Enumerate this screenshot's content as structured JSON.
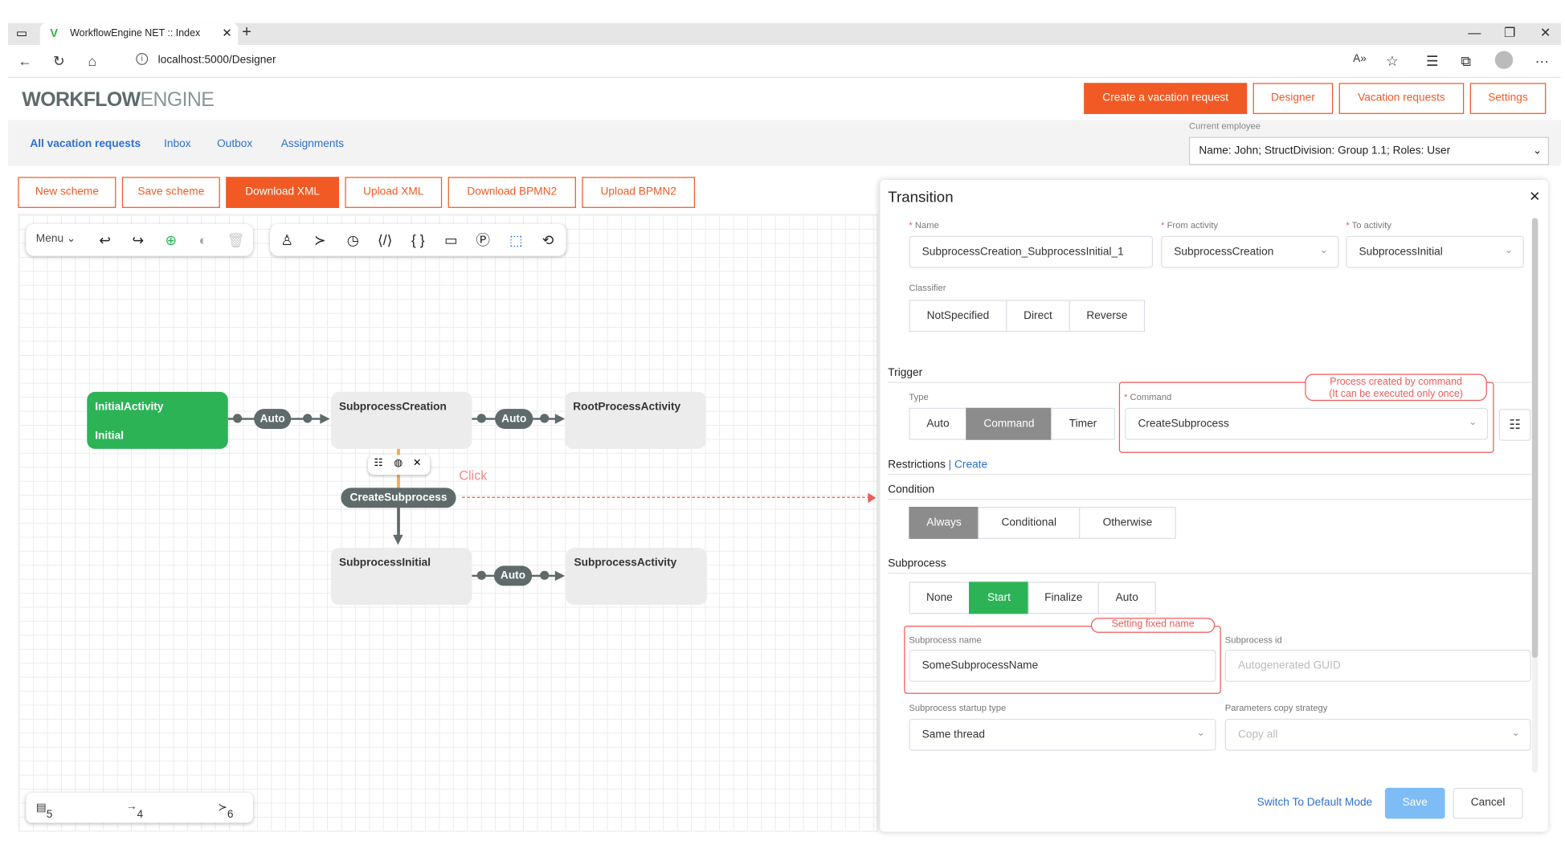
{
  "browser": {
    "tab_title": "WorkflowEngine NET :: Index",
    "url": "localhost:5000/Designer"
  },
  "header": {
    "logo_bold": "WORKFLOW",
    "logo_light": "ENGINE",
    "buttons": [
      "Create a vacation request",
      "Designer",
      "Vacation requests",
      "Settings"
    ]
  },
  "nav": {
    "links": [
      "All vacation requests",
      "Inbox",
      "Outbox",
      "Assignments"
    ],
    "employee_label": "Current employee",
    "employee_value": "Name: John; StructDivision: Group 1.1; Roles: User"
  },
  "scheme_buttons": [
    "New scheme",
    "Save scheme",
    "Download XML",
    "Upload XML",
    "Download BPMN2",
    "Upload BPMN2"
  ],
  "toolbar": {
    "menu_label": "Menu"
  },
  "diagram": {
    "nodes": [
      {
        "name": "InitialActivity",
        "state": "Initial"
      },
      {
        "name": "SubprocessCreation",
        "state": ""
      },
      {
        "name": "RootProcessActivity",
        "state": ""
      },
      {
        "name": "SubprocessInitial",
        "state": ""
      },
      {
        "name": "SubprocessActivity",
        "state": ""
      }
    ],
    "transitions": [
      "Auto",
      "Auto",
      "CreateSubprocess",
      "Auto"
    ],
    "click_label": "Click"
  },
  "stats": {
    "comments": "5",
    "transitions": "4",
    "commands": "6"
  },
  "panel": {
    "title": "Transition",
    "name_label": "Name",
    "name_value": "SubprocessCreation_SubprocessInitial_1",
    "from_label": "From activity",
    "from_value": "SubprocessCreation",
    "to_label": "To activity",
    "to_value": "SubprocessInitial",
    "classifier_label": "Classifier",
    "classifier_options": [
      "NotSpecified",
      "Direct",
      "Reverse"
    ],
    "trigger_section": "Trigger",
    "type_label": "Type",
    "type_options": [
      "Auto",
      "Command",
      "Timer"
    ],
    "command_label": "Command",
    "command_value": "CreateSubprocess",
    "command_callout_1": "Process created by command",
    "command_callout_2": "(It can be executed only once)",
    "restrictions_label": "Restrictions",
    "restrictions_sep": "|",
    "restrictions_create": "Create",
    "condition_section": "Condition",
    "condition_options": [
      "Always",
      "Conditional",
      "Otherwise"
    ],
    "subprocess_section": "Subprocess",
    "subprocess_options": [
      "None",
      "Start",
      "Finalize",
      "Auto"
    ],
    "subprocess_name_label": "Subprocess name",
    "subprocess_name_value": "SomeSubprocessName",
    "subprocess_name_callout": "Setting fixed name",
    "subprocess_id_label": "Subprocess id",
    "subprocess_id_placeholder": "Autogenerated GUID",
    "startup_type_label": "Subprocess startup type",
    "startup_type_value": "Same thread",
    "copy_strategy_label": "Parameters copy strategy",
    "copy_strategy_value": "Copy all",
    "switch_mode": "Switch To Default Mode",
    "save": "Save",
    "cancel": "Cancel"
  },
  "colors": {
    "accent": "#f15a24",
    "green": "#2cb356",
    "link": "#2d6fd1",
    "annotation": "#f05a5a"
  }
}
